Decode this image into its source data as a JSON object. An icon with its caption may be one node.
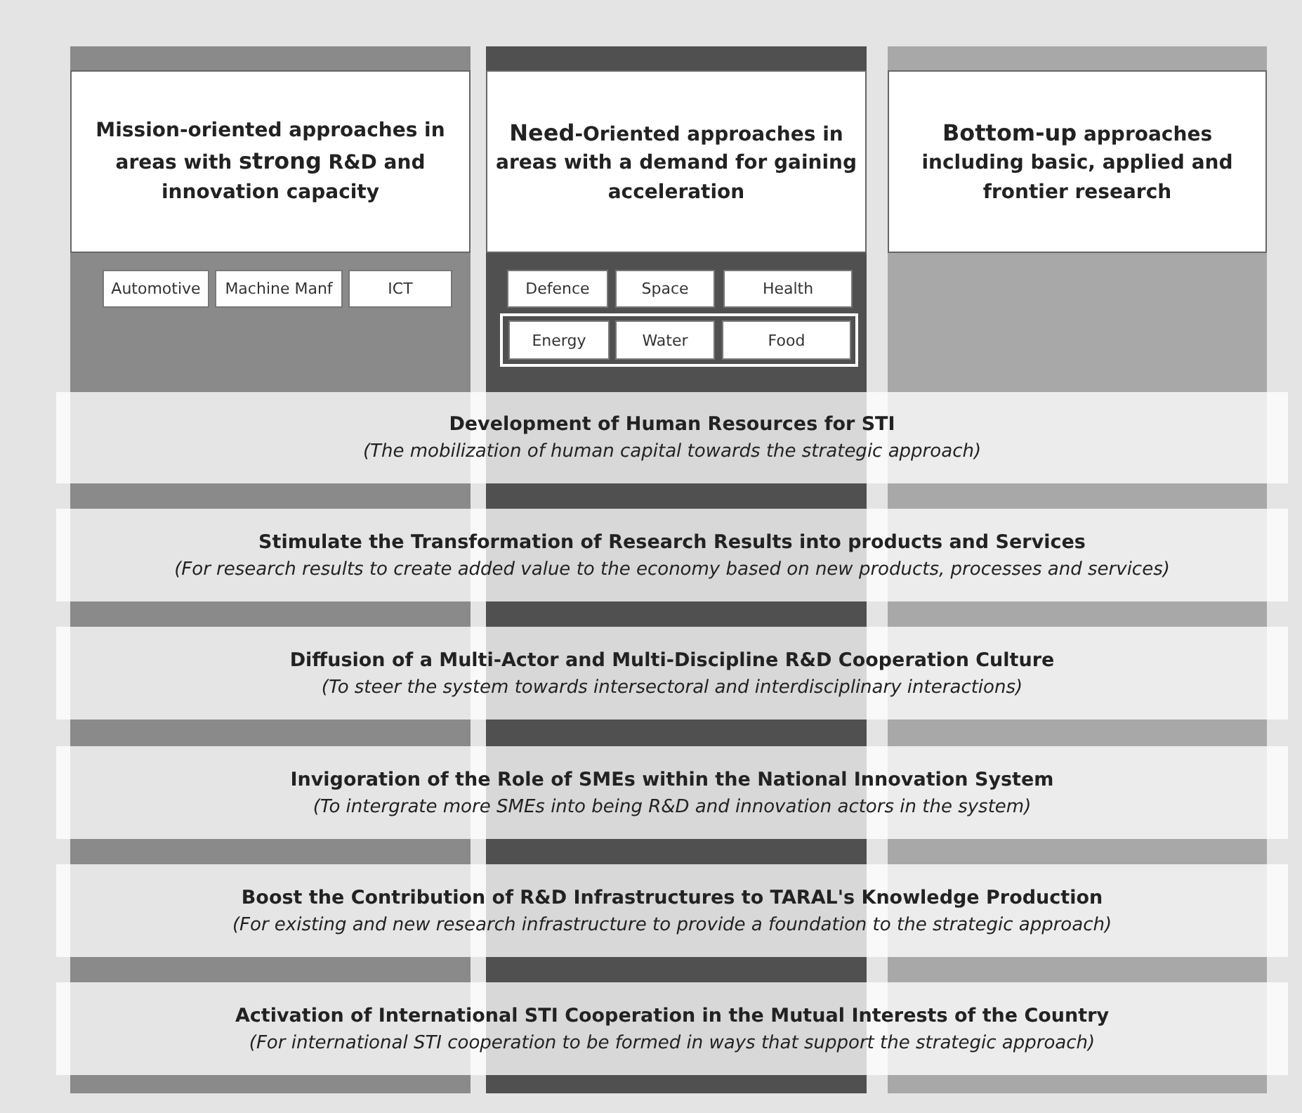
{
  "diagram": {
    "nodes": [
      {
        "text": [],
        "shape": "bar"
      },
      {
        "text": [
          "Mission-oriented approaches in areas with **strong** R&D and innovation capacity"
        ],
        "in": 0
      },
      {
        "text": [
          "Automotive"
        ],
        "in": 0
      },
      {
        "text": [
          "Machine Manf"
        ],
        "in": 0
      },
      {
        "text": [
          "ICT"
        ],
        "in": 0
      },
      {
        "text": [],
        "shape": "bar"
      },
      {
        "text": [
          "**Need**-Oriented approaches in areas with a demand for gaining acceleration"
        ],
        "in": 5
      },
      {
        "text": [
          "Defence"
        ],
        "in": 5
      },
      {
        "text": [
          "Space"
        ],
        "in": 5
      },
      {
        "text": [
          "Health"
        ],
        "in": 5
      },
      {
        "text": [],
        "shape": "box",
        "in": 5
      },
      {
        "text": [
          "Energy"
        ],
        "in": 10
      },
      {
        "text": [
          "Water"
        ],
        "in": 10
      },
      {
        "text": [
          "Food"
        ],
        "in": 10
      },
      {
        "text": [],
        "shape": "bar"
      },
      {
        "text": [
          "**Bottom-up** approaches including basic, applied and frontier research"
        ],
        "in": 14
      },
      {
        "text": [
          "Development of Human Resources for STI",
          "(The mobilization of human capital towards the strategic approach)"
        ]
      },
      {
        "text": [
          "Stimulate the Transformation of Research Results into products and Services",
          "(For research results to create added value to the economy based on new products, processes and services)"
        ]
      },
      {
        "text": [
          "Diffusion of a Multi-Actor and Multi-Discipline R&D Cooperation Culture",
          "(To steer the system towards intersectoral and interdisciplinary interactions)"
        ]
      },
      {
        "text": [
          "Invigoration of the Role of SMEs within the National Innovation System",
          "(To intergrate more SMEs into being R&D and innovation actors in the system)"
        ]
      },
      {
        "text": [
          "Boost the Contribution of R&D Infrastructures to TARAL's Knowledge Production",
          "(For existing and new research infrastructure to provide a foundation to the strategic approach)"
        ]
      },
      {
        "text": [
          "Activation of International STI Cooperation in the Mutual Interests of the Country",
          "(For international STI cooperation to be formed in ways that support the strategic approach)"
        ]
      }
    ]
  }
}
